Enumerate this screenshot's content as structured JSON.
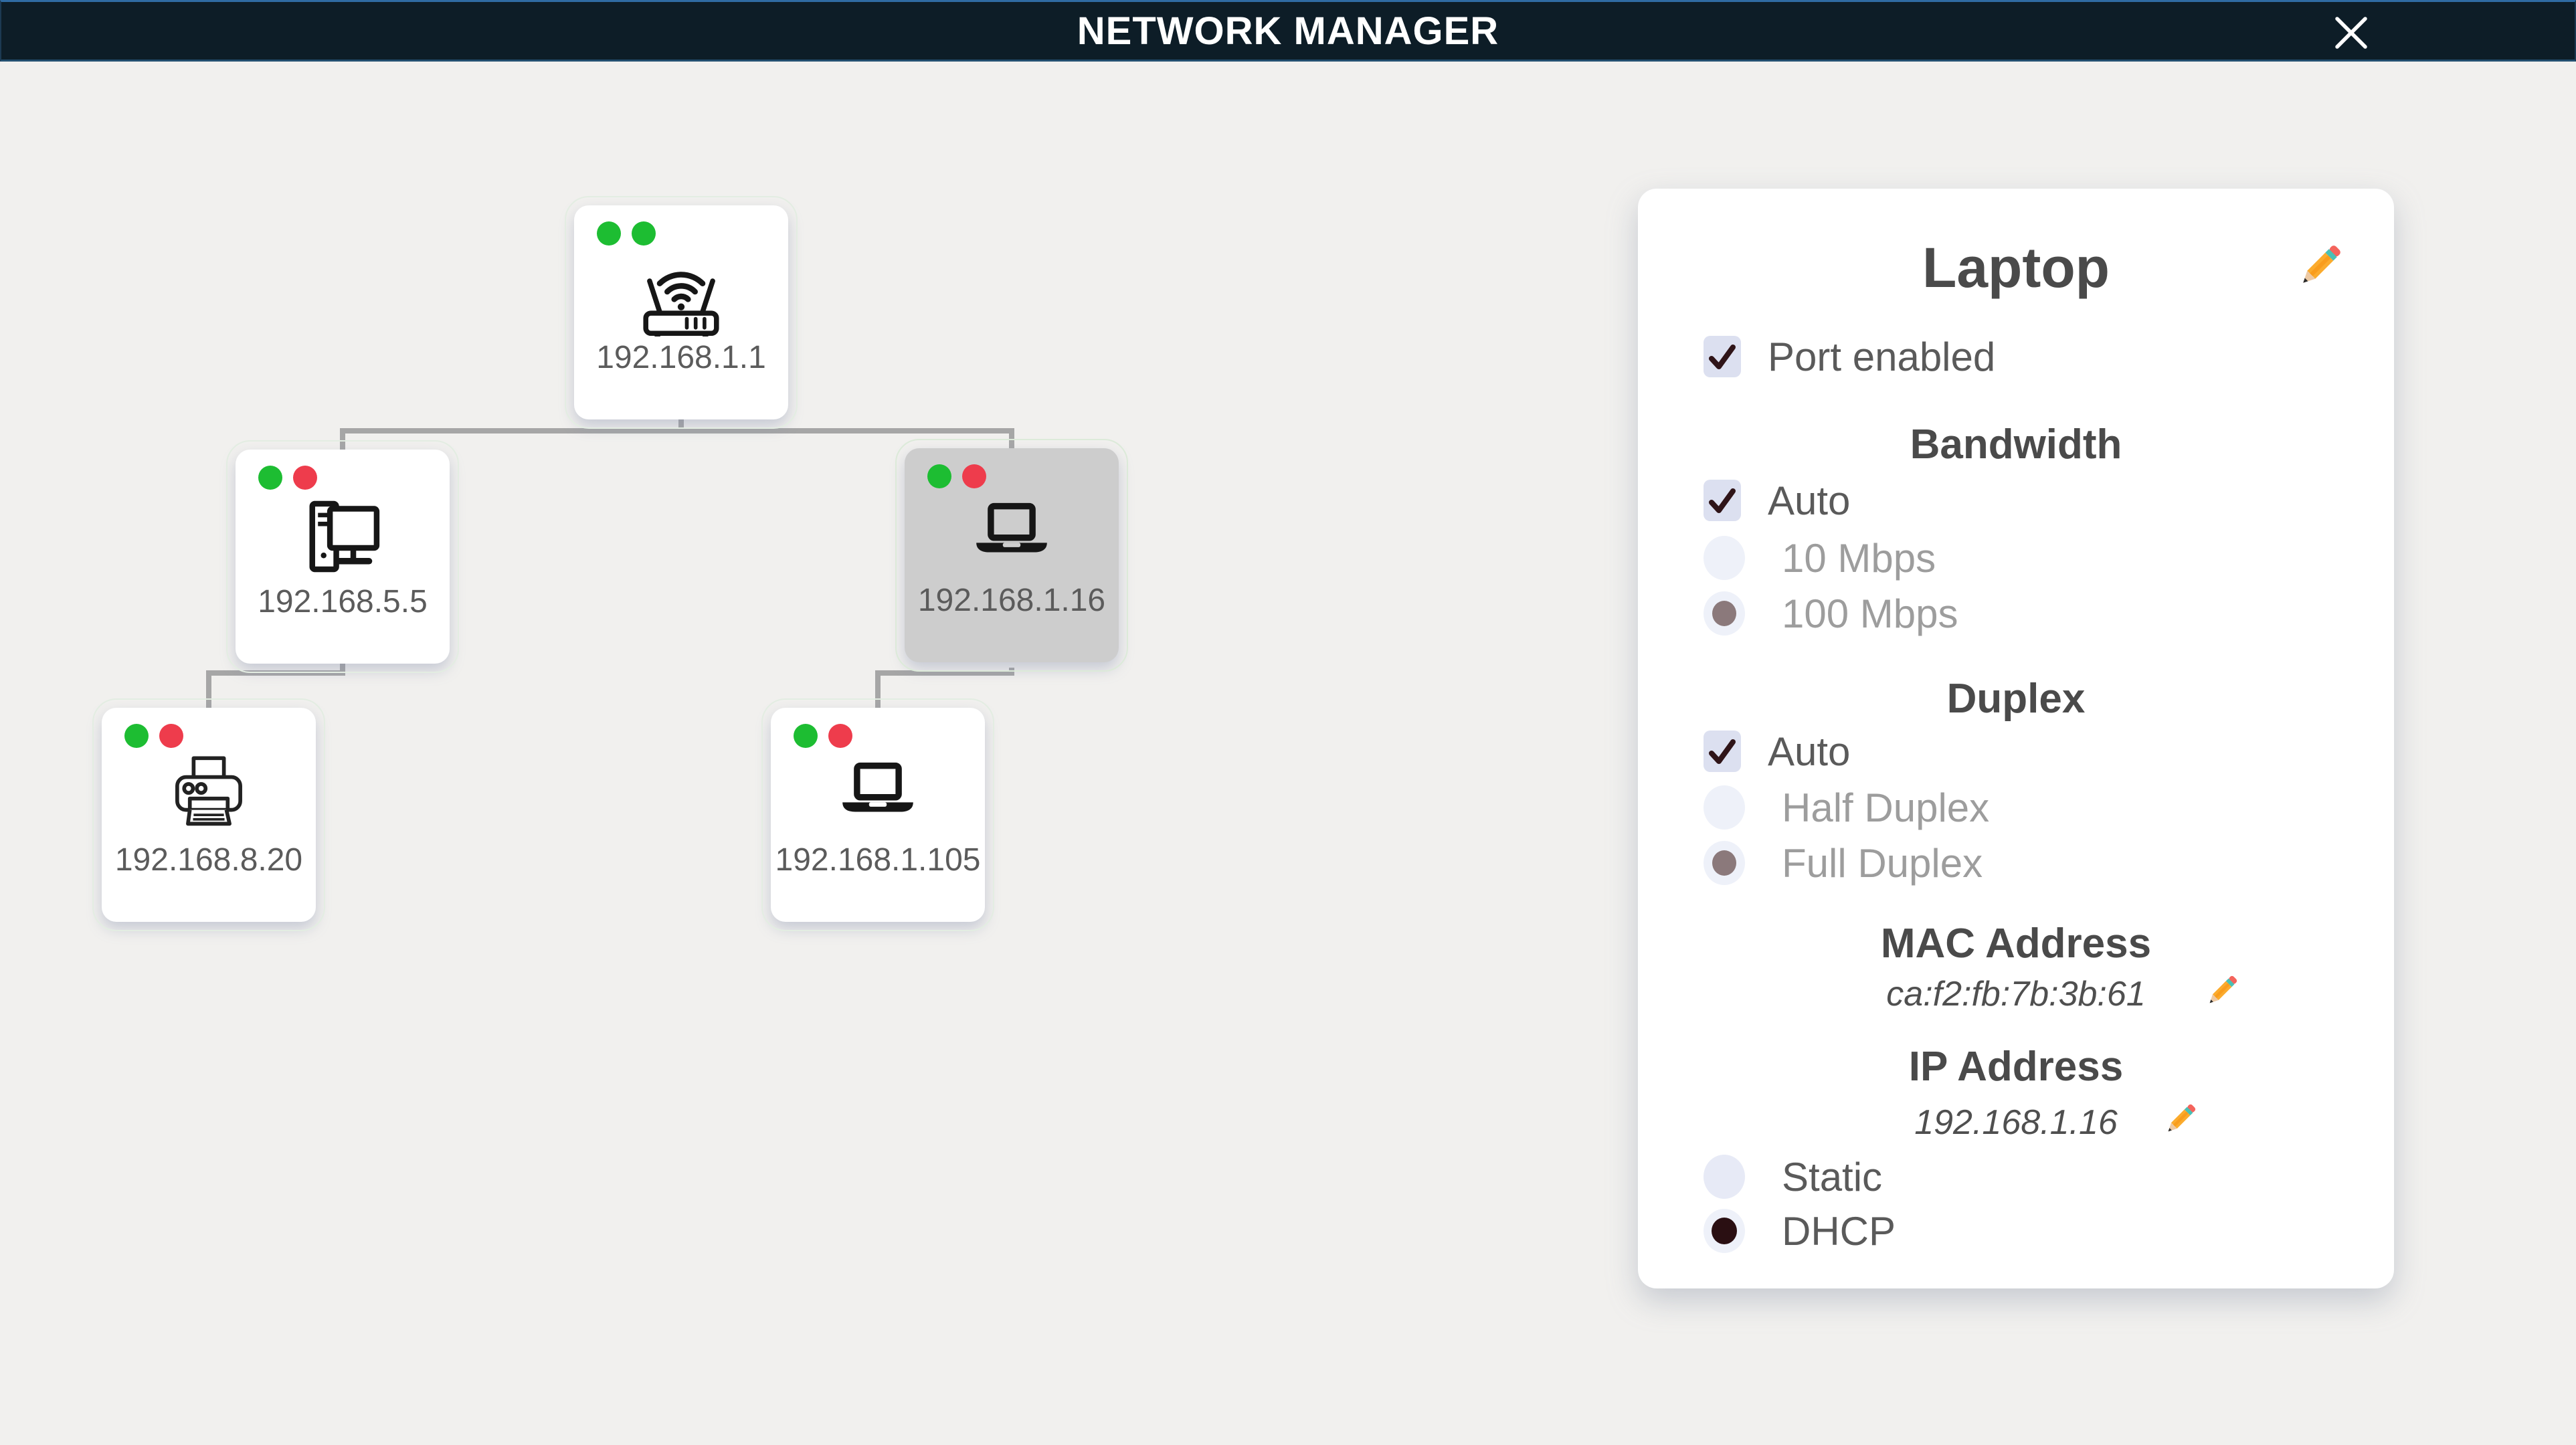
{
  "header": {
    "title": "NETWORK MANAGER",
    "close_icon": "close-x"
  },
  "colors": {
    "background": "#f1f0ee",
    "header_bg": "#0d1d27",
    "header_border": "#2f6ba3",
    "card": "#ffffff",
    "card_selected": "#cdcdcd",
    "connector": "#a6a6a6",
    "status_green": "#1dbd32",
    "status_red": "#ee3c4c",
    "checkbox_bg": "#dce0f0",
    "check_mark": "#2f1418",
    "radio_muted_dot": "#8b797b",
    "radio_dark_dot": "#2a0f12"
  },
  "icons": [
    "close-icon",
    "wifi-router-icon",
    "desktop-computer-icon",
    "laptop-icon",
    "printer-icon",
    "pencil-icon",
    "check-icon",
    "status-dot"
  ],
  "tree": {
    "nodes": [
      {
        "device": "router",
        "ip": "192.168.1.1",
        "icon": "wifi-router-icon",
        "status_dots": [
          "green",
          "green"
        ],
        "selected": false
      },
      {
        "device": "desktop",
        "ip": "192.168.5.5",
        "icon": "desktop-computer-icon",
        "status_dots": [
          "green",
          "red"
        ],
        "selected": false
      },
      {
        "device": "laptop",
        "ip": "192.168.1.16",
        "icon": "laptop-icon",
        "status_dots": [
          "green",
          "red"
        ],
        "selected": true
      },
      {
        "device": "printer",
        "ip": "192.168.8.20",
        "icon": "printer-icon",
        "status_dots": [
          "green",
          "red"
        ],
        "selected": false
      },
      {
        "device": "laptop",
        "ip": "192.168.1.105",
        "icon": "laptop-icon",
        "status_dots": [
          "green",
          "red"
        ],
        "selected": false
      }
    ]
  },
  "panel": {
    "title": "Laptop",
    "port_enabled": {
      "label": "Port enabled",
      "checked": true
    },
    "bandwidth": {
      "title": "Bandwidth",
      "options": [
        {
          "label": "Auto",
          "control": "checkbox",
          "checked": true,
          "disabled": false
        },
        {
          "label": "10 Mbps",
          "control": "radio",
          "selected": false,
          "disabled": true
        },
        {
          "label": "100 Mbps",
          "control": "radio",
          "selected": true,
          "disabled": true
        }
      ]
    },
    "duplex": {
      "title": "Duplex",
      "options": [
        {
          "label": "Auto",
          "control": "checkbox",
          "checked": true,
          "disabled": false
        },
        {
          "label": "Half Duplex",
          "control": "radio",
          "selected": false,
          "disabled": true
        },
        {
          "label": "Full Duplex",
          "control": "radio",
          "selected": true,
          "disabled": true
        }
      ]
    },
    "mac": {
      "title": "MAC Address",
      "value": "ca:f2:fb:7b:3b:61"
    },
    "ip": {
      "title": "IP Address",
      "value": "192.168.1.16"
    },
    "ip_mode": {
      "options": [
        {
          "label": "Static",
          "selected": false
        },
        {
          "label": "DHCP",
          "selected": true
        }
      ]
    }
  }
}
